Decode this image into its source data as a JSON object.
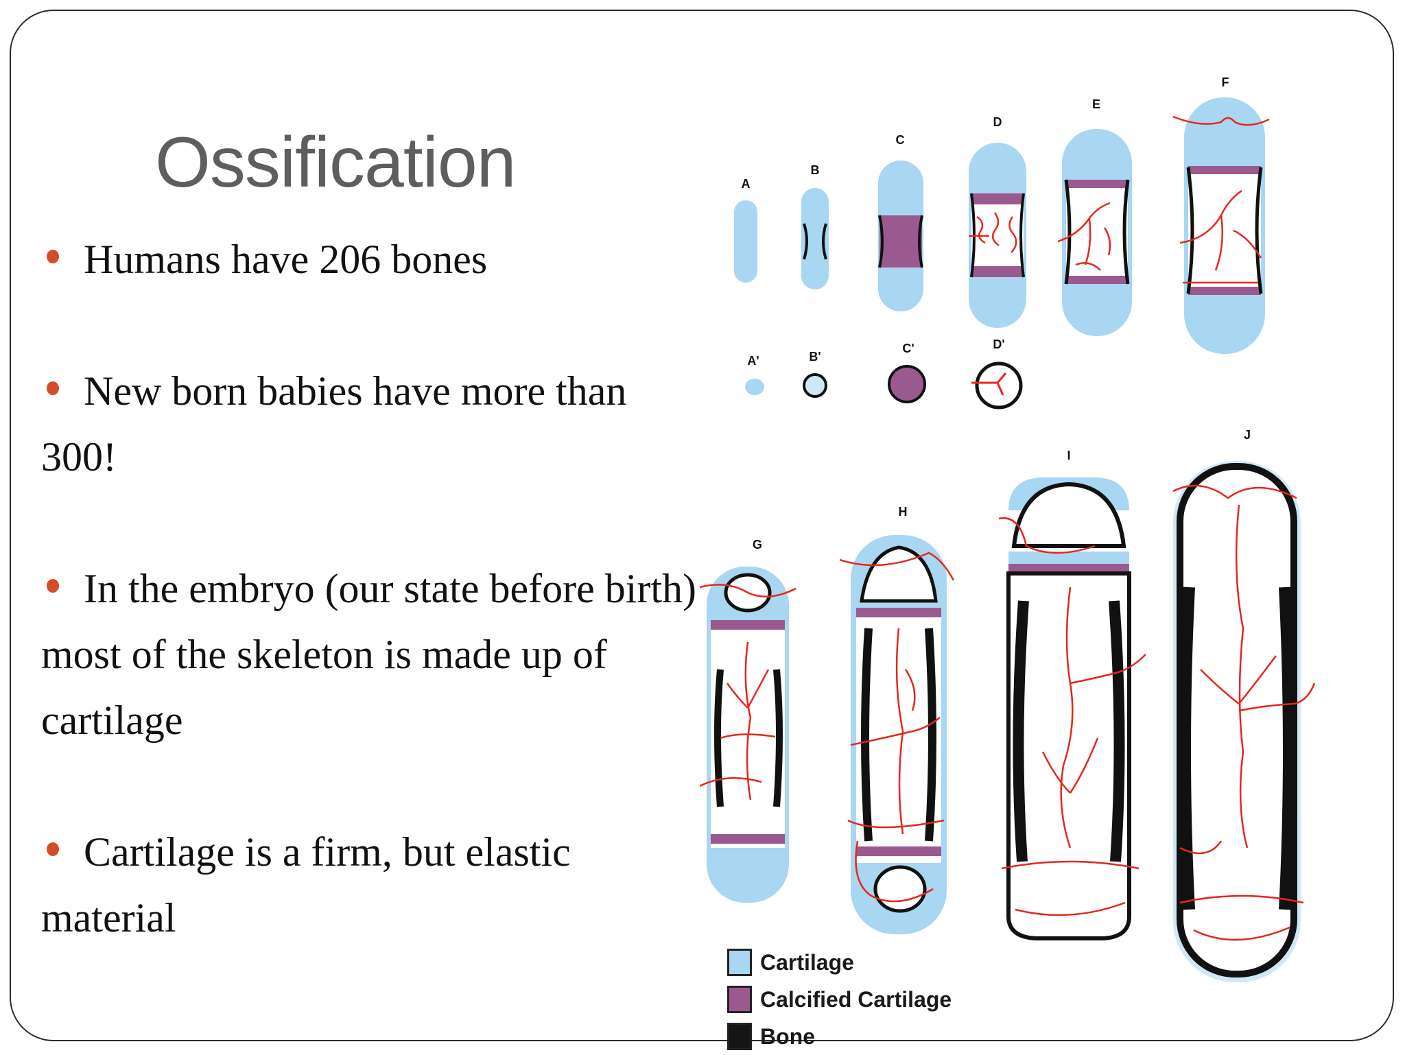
{
  "title": "Ossification",
  "bullets": [
    "Humans have 206 bones",
    "New born babies have more than 300!",
    "In the embryo (our state before birth) most of the skeleton is made up of cartilage",
    "Cartilage is a firm, but elastic material"
  ],
  "colors": {
    "bullet": "#d24e26",
    "cartilage": "#a9d6f0",
    "calcified_cartilage": "#9b5a8f",
    "bone": "#151515",
    "vessels": "#e8261b"
  },
  "figure": {
    "stage_labels": [
      "A",
      "B",
      "C",
      "D",
      "E",
      "F",
      "A'",
      "B'",
      "C'",
      "D'",
      "G",
      "H",
      "I",
      "J"
    ]
  },
  "legend": {
    "cartilage": "Cartilage",
    "calcified": "Calcified Cartilage",
    "bone": "Bone"
  }
}
